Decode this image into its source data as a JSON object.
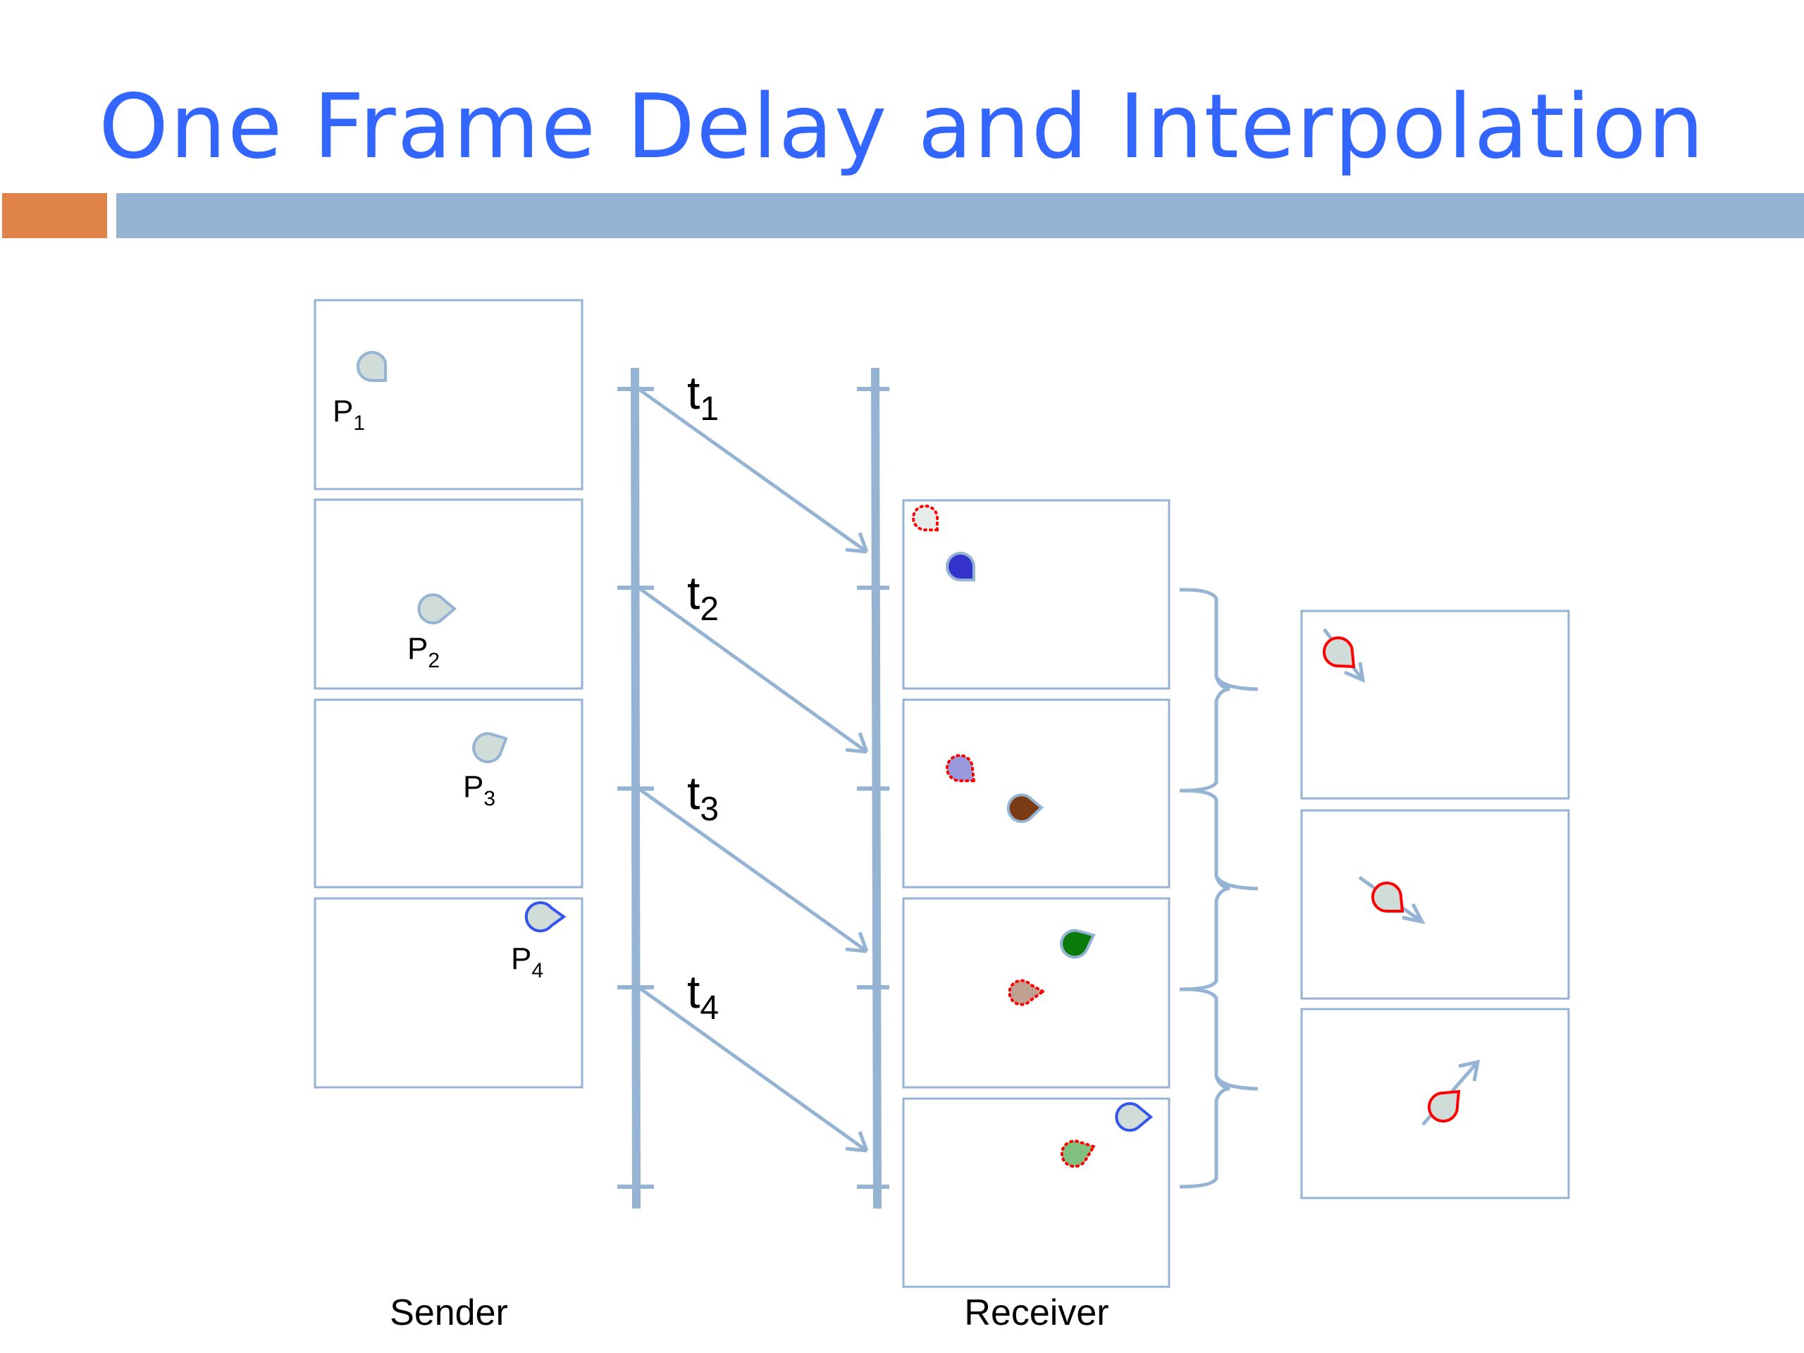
{
  "title": "One Frame Delay and Interpolation",
  "colors": {
    "title": "#3366ff",
    "accent_bar": "#e0834a",
    "header_bar": "#95b3d3",
    "frame_border": "#95b3d3",
    "timeline": "#95b3d3",
    "object_fill": "#cfdcd8",
    "highlight_outline": "#3355ee",
    "ghost_outline": "#ff0000"
  },
  "labels": {
    "sender": "Sender",
    "receiver": "Receiver"
  },
  "sender_frames": [
    {
      "point": "P",
      "sub": "1"
    },
    {
      "point": "P",
      "sub": "2"
    },
    {
      "point": "P",
      "sub": "3"
    },
    {
      "point": "P",
      "sub": "4"
    }
  ],
  "messages": [
    {
      "label": "t",
      "sub": "1"
    },
    {
      "label": "t",
      "sub": "2"
    },
    {
      "label": "t",
      "sub": "3"
    },
    {
      "label": "t",
      "sub": "4"
    }
  ],
  "receiver_frames": [
    {
      "ghost_fill": "#e6ecea",
      "object_fill": "#3333cc"
    },
    {
      "ghost_fill": "#9999dd",
      "object_fill": "#7a3b14"
    },
    {
      "ghost_fill": "#c0a090",
      "object_fill": "#0a7a0a"
    },
    {
      "ghost_fill": "#80c080",
      "object_fill": "#cfdcd8"
    }
  ],
  "interpolated_frames": [
    {
      "direction": "down-right"
    },
    {
      "direction": "down-right"
    },
    {
      "direction": "up-right"
    }
  ]
}
